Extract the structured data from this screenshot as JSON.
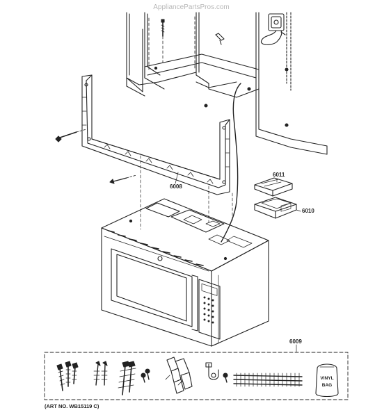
{
  "watermark": "AppliancePartsPros.com",
  "callouts": {
    "p6008": "6008",
    "p6009": "6009",
    "p6010": "6010",
    "p6011": "6011"
  },
  "kit": {
    "bag_line1": "VINYL",
    "bag_line2": "BAG",
    "art_no": "(ART NO. WB15119 C)"
  }
}
